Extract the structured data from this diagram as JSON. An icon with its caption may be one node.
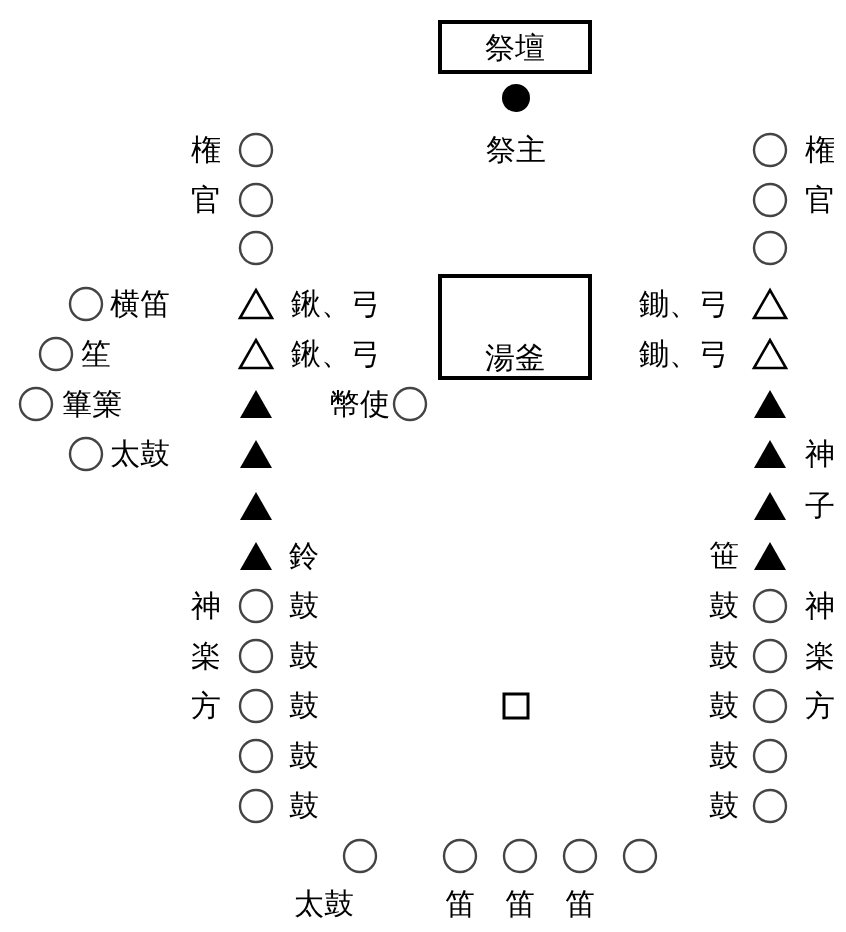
{
  "diagram": {
    "nodes": [
      {
        "text": [
          "祭壇"
        ]
      },
      {
        "text": [
          "湯釜"
        ]
      }
    ],
    "labels": [
      "権",
      "祭主",
      "権",
      "官",
      "官",
      "横笛",
      "鍬、弓",
      "鋤、弓",
      "笙",
      "鍬、弓",
      "鋤、弓",
      "篳篥",
      "幣使",
      "太鼓",
      "神",
      "子",
      "鈴",
      "笹",
      "神",
      "鼓",
      "鼓",
      "神",
      "楽",
      "鼓",
      "鼓",
      "楽",
      "方",
      "鼓",
      "鼓",
      "方",
      "鼓",
      "鼓",
      "鼓",
      "鼓",
      "太鼓",
      "笛",
      "笛",
      "笛"
    ]
  }
}
